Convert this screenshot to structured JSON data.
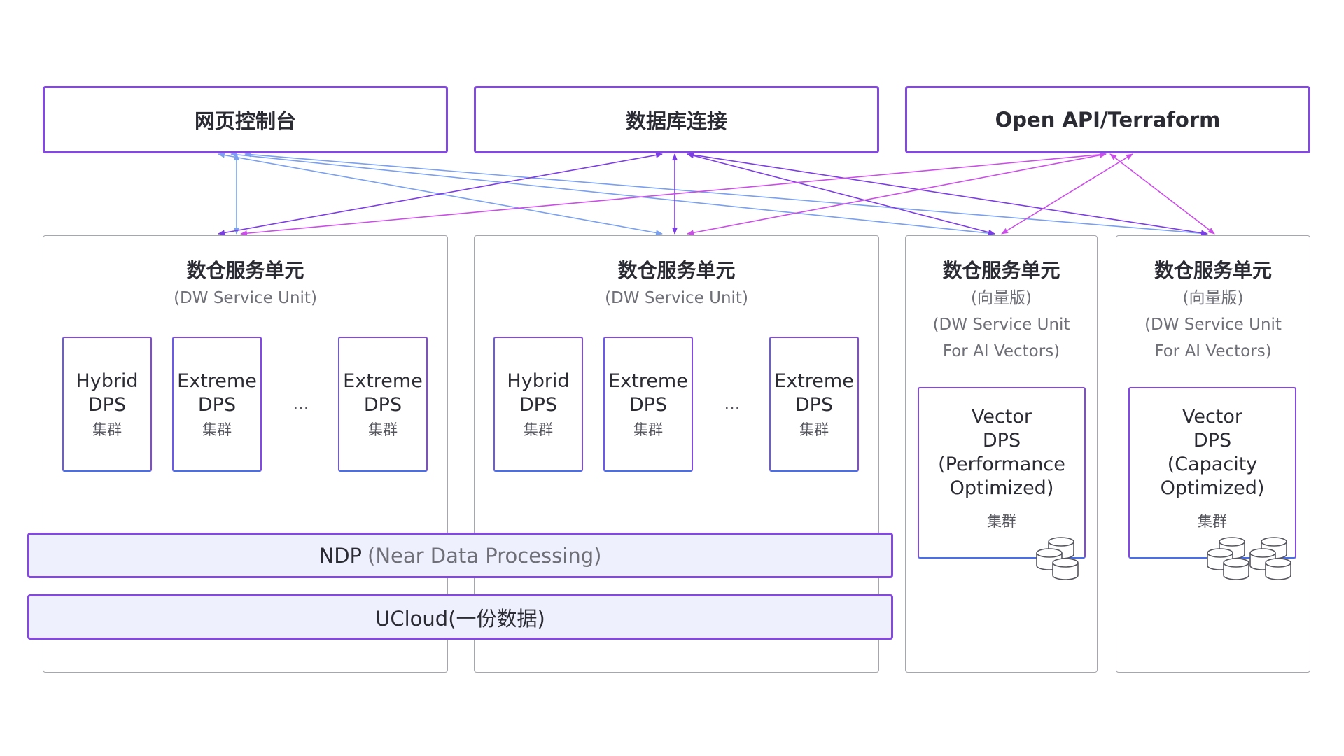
{
  "top": {
    "console": "网页控制台",
    "db_connect": "数据库连接",
    "open_api": "Open API/Terraform"
  },
  "units": [
    {
      "title": "数仓服务单元",
      "subtitle": "(DW Service Unit)",
      "clusters": [
        {
          "name": "Hybrid\nDPS",
          "tag": "集群"
        },
        {
          "name": "Extreme\nDPS",
          "tag": "集群"
        },
        {
          "name": "Extreme\nDPS",
          "tag": "集群"
        }
      ],
      "ellipsis": "..."
    },
    {
      "title": "数仓服务单元",
      "subtitle": "(DW Service Unit)",
      "clusters": [
        {
          "name": "Hybrid\nDPS",
          "tag": "集群"
        },
        {
          "name": "Extreme\nDPS",
          "tag": "集群"
        },
        {
          "name": "Extreme\nDPS",
          "tag": "集群"
        }
      ],
      "ellipsis": "..."
    }
  ],
  "vector_units": [
    {
      "title": "数仓服务单元",
      "edition": "(向量版)",
      "subtitle_1": "(DW Service Unit",
      "subtitle_2": "For AI Vectors)",
      "cluster_name": "Vector\nDPS\n(Performance\nOptimized)",
      "cluster_tag": "集群",
      "storage_icon": "database-stack-icon"
    },
    {
      "title": "数仓服务单元",
      "edition": "(向量版)",
      "subtitle_1": "(DW Service Unit",
      "subtitle_2": "For AI Vectors)",
      "cluster_name": "Vector\nDPS\n(Capacity\nOptimized)",
      "cluster_tag": "集群",
      "storage_icon": "database-stack-icon"
    }
  ],
  "ndp": {
    "label": "NDP",
    "detail": "(Near Data Processing)"
  },
  "ucloud": {
    "label": "UCloud(一份数据)"
  },
  "colors": {
    "console_link": "#7aa0f0",
    "db_link": "#7d3de6",
    "api_link": "#cc4ee8",
    "box_border": "#8348e0",
    "bar_fill": "#eff0fd"
  }
}
